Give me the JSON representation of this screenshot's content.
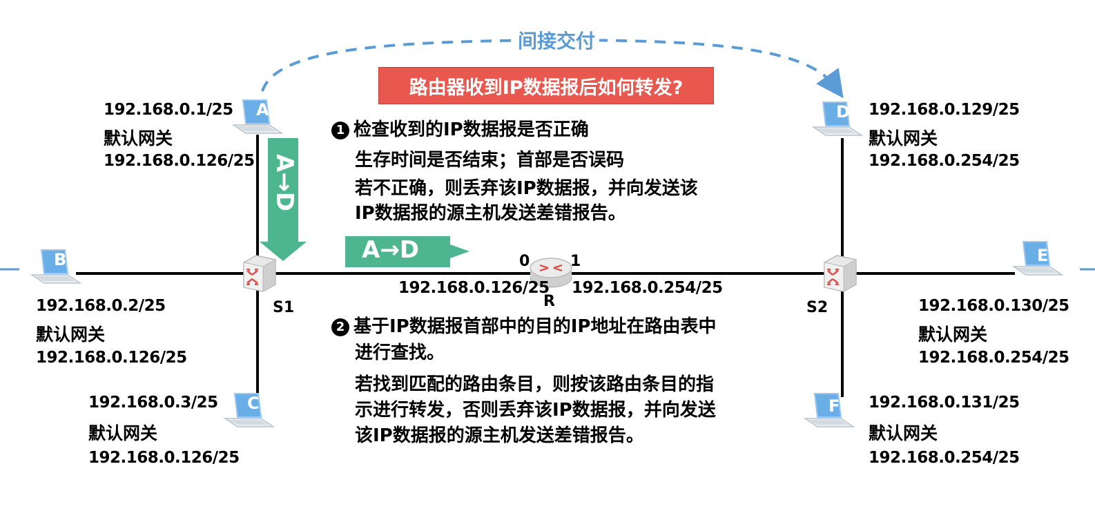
{
  "title": "路由器收到IP数据报后如何转发?",
  "indirect_label": "间接交付",
  "hosts": {
    "A": {
      "letter": "A",
      "ip": "192.168.0.1/25",
      "gw_label": "默认网关",
      "gw": "192.168.0.126/25"
    },
    "B": {
      "letter": "B",
      "ip": "192.168.0.2/25",
      "gw_label": "默认网关",
      "gw": "192.168.0.126/25"
    },
    "C": {
      "letter": "C",
      "ip": "192.168.0.3/25",
      "gw_label": "默认网关",
      "gw": "192.168.0.126/25"
    },
    "D": {
      "letter": "D",
      "ip": "192.168.0.129/25",
      "gw_label": "默认网关",
      "gw": "192.168.0.254/25"
    },
    "E": {
      "letter": "E",
      "ip": "192.168.0.130/25",
      "gw_label": "默认网关",
      "gw": "192.168.0.254/25"
    },
    "F": {
      "letter": "F",
      "ip": "192.168.0.131/25",
      "gw_label": "默认网关",
      "gw": "192.168.0.254/25"
    }
  },
  "switches": {
    "S1": "S1",
    "S2": "S2"
  },
  "router": {
    "name": "R",
    "port0": "0",
    "port1": "1",
    "ip0": "192.168.0.126/25",
    "ip1": "192.168.0.254/25"
  },
  "arrows": {
    "vertical": "A→D",
    "horizontal": "A→D"
  },
  "step1": {
    "bullet": "1",
    "heading": "检查收到的IP数据报是否正确",
    "line1": "生存时间是否结束；首部是否误码",
    "line2": "若不正确，则丢弃该IP数据报，并向发送该",
    "line3": "IP数据报的源主机发送差错报告。"
  },
  "step2": {
    "bullet": "2",
    "heading_line1": "基于IP数据报首部中的目的IP地址在路由表中",
    "heading_line2": "进行查找。",
    "line1": "若找到匹配的路由条目，则按该路由条目的指",
    "line2": "示进行转发，否则丢弃该IP数据报，并向发送",
    "line3": "该IP数据报的源主机发送差错报告。"
  },
  "colors": {
    "accent_red": "#e8584f",
    "teal": "#4db58f",
    "blue": "#5b9bd5",
    "laptop_blue": "#6aaee8"
  }
}
